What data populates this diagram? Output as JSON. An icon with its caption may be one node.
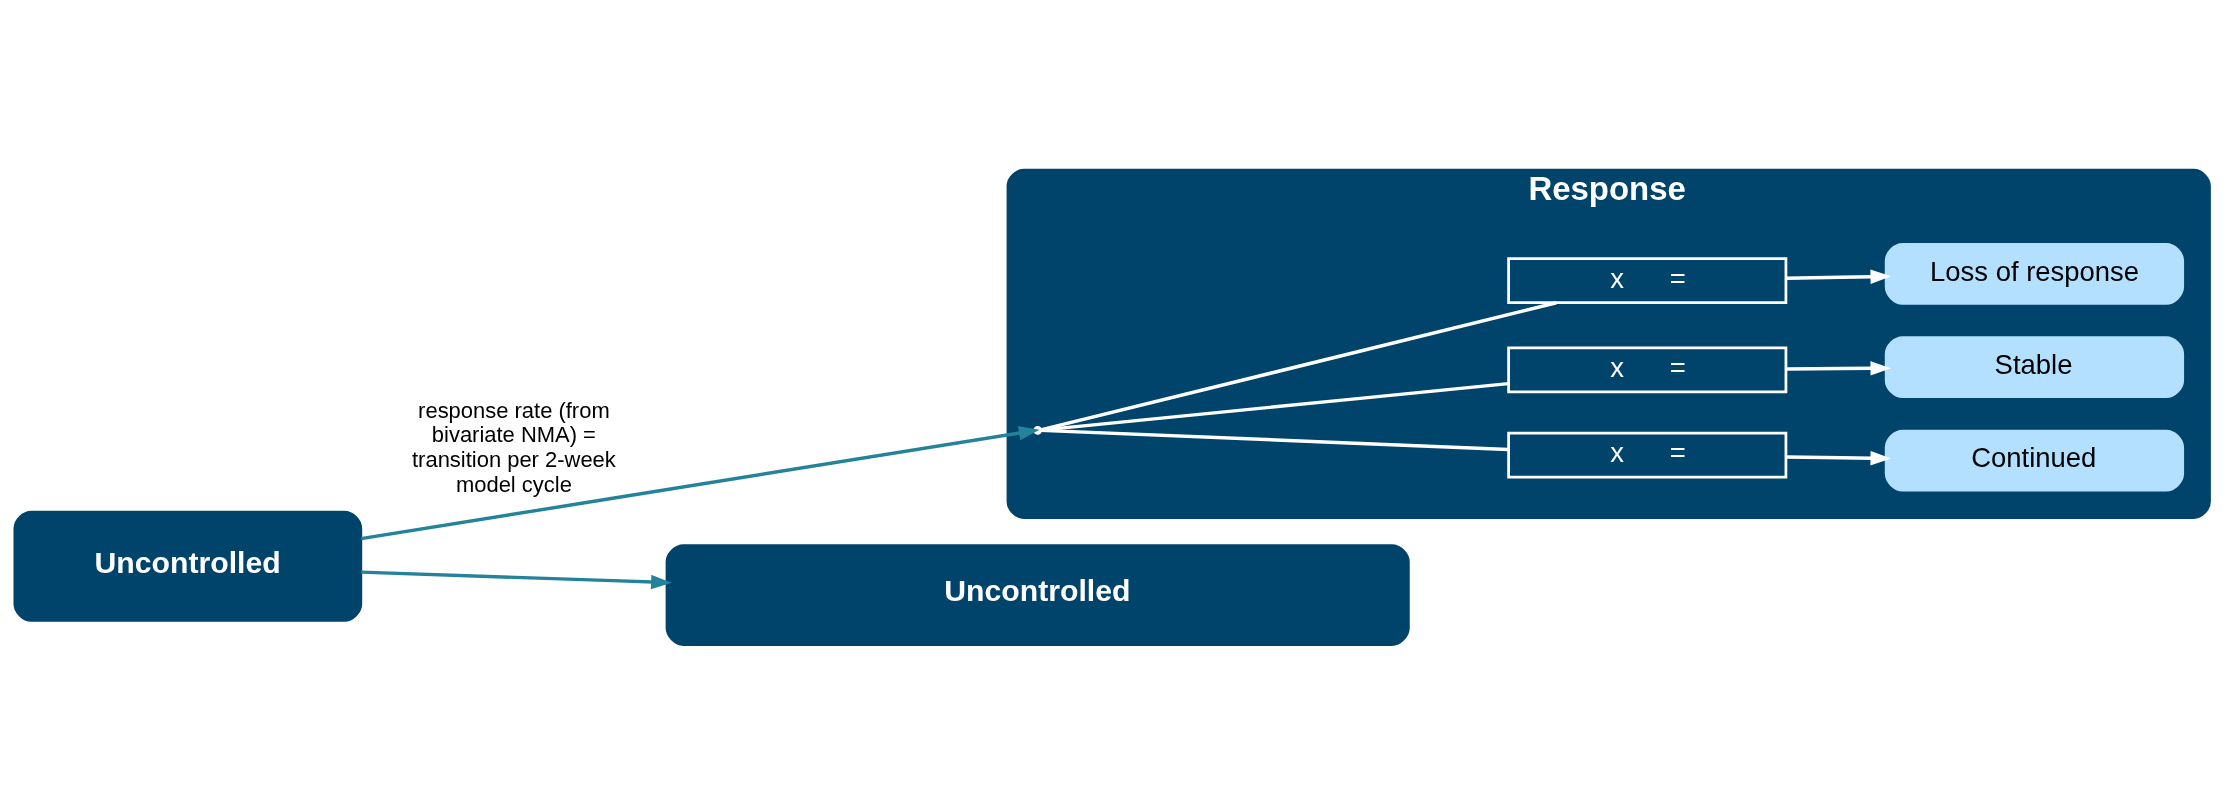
{
  "diagram": {
    "nodes": [
      {
        "text": [
          "Uncontrolled"
        ]
      },
      {
        "text": [
          "Response"
        ]
      },
      {
        "text": [],
        "shape": "point",
        "in": 1
      },
      {
        "text": [
          "x",
          "="
        ],
        "in": 1
      },
      {
        "text": [
          "x",
          "="
        ],
        "in": 1
      },
      {
        "text": [
          "x",
          "="
        ],
        "in": 1
      },
      {
        "text": [
          "Continued"
        ],
        "in": 1
      },
      {
        "text": [
          "Stable"
        ],
        "in": 1
      },
      {
        "text": [
          "Loss of response"
        ],
        "in": 1
      },
      {
        "text": [
          "Uncontrolled"
        ]
      }
    ],
    "edges": [
      {
        "from": 0,
        "to": 2,
        "arrow": "to",
        "label": "response rate (from bivariate NMA) = transition per 2-week model cycle",
        "color": "#24839a"
      },
      {
        "from": 0,
        "to": 9,
        "arrow": "to",
        "color": "#24839a"
      },
      {
        "from": 2,
        "to": 3,
        "arrow": "none"
      },
      {
        "from": 2,
        "to": 4,
        "arrow": "none"
      },
      {
        "from": 2,
        "to": 5,
        "arrow": "none"
      },
      {
        "from": 3,
        "to": 6,
        "arrow": "to"
      },
      {
        "from": 4,
        "to": 7,
        "arrow": "to"
      },
      {
        "from": 5,
        "to": 8,
        "arrow": "to"
      }
    ]
  }
}
